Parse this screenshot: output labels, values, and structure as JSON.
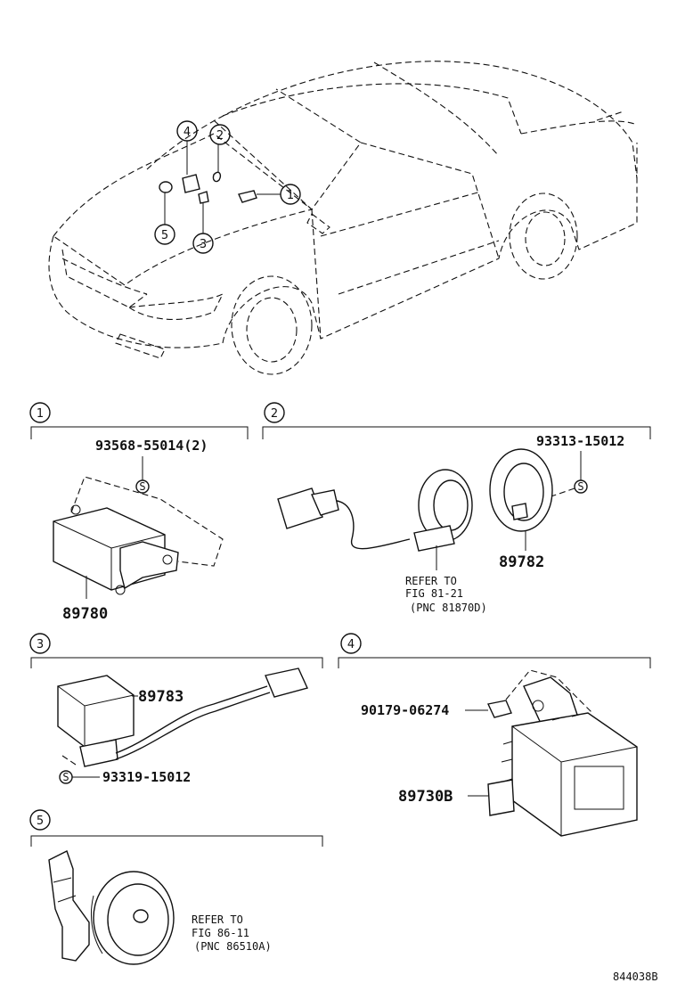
{
  "callouts": {
    "c1": "1",
    "c2": "2",
    "c3": "3",
    "c4": "4",
    "c5": "5"
  },
  "sections": {
    "s1": {
      "number": "1",
      "bolt": "93568-55014(2)",
      "part": "89780",
      "screw_symbol": "S"
    },
    "s2": {
      "number": "2",
      "bolt": "93313-15012",
      "part": "89782",
      "screw_symbol": "S",
      "refer_line1": "REFER TO",
      "refer_line2": "FIG 81-21",
      "refer_line3": "(PNC 81870D)"
    },
    "s3": {
      "number": "3",
      "part": "89783",
      "bolt": "93319-15012",
      "screw_symbol": "S"
    },
    "s4": {
      "number": "4",
      "clip": "90179-06274",
      "part": "89730B"
    },
    "s5": {
      "number": "5",
      "refer_line1": "REFER TO",
      "refer_line2": "FIG 86-11",
      "refer_line3": "(PNC 86510A)"
    }
  },
  "figure_id": "844038B"
}
